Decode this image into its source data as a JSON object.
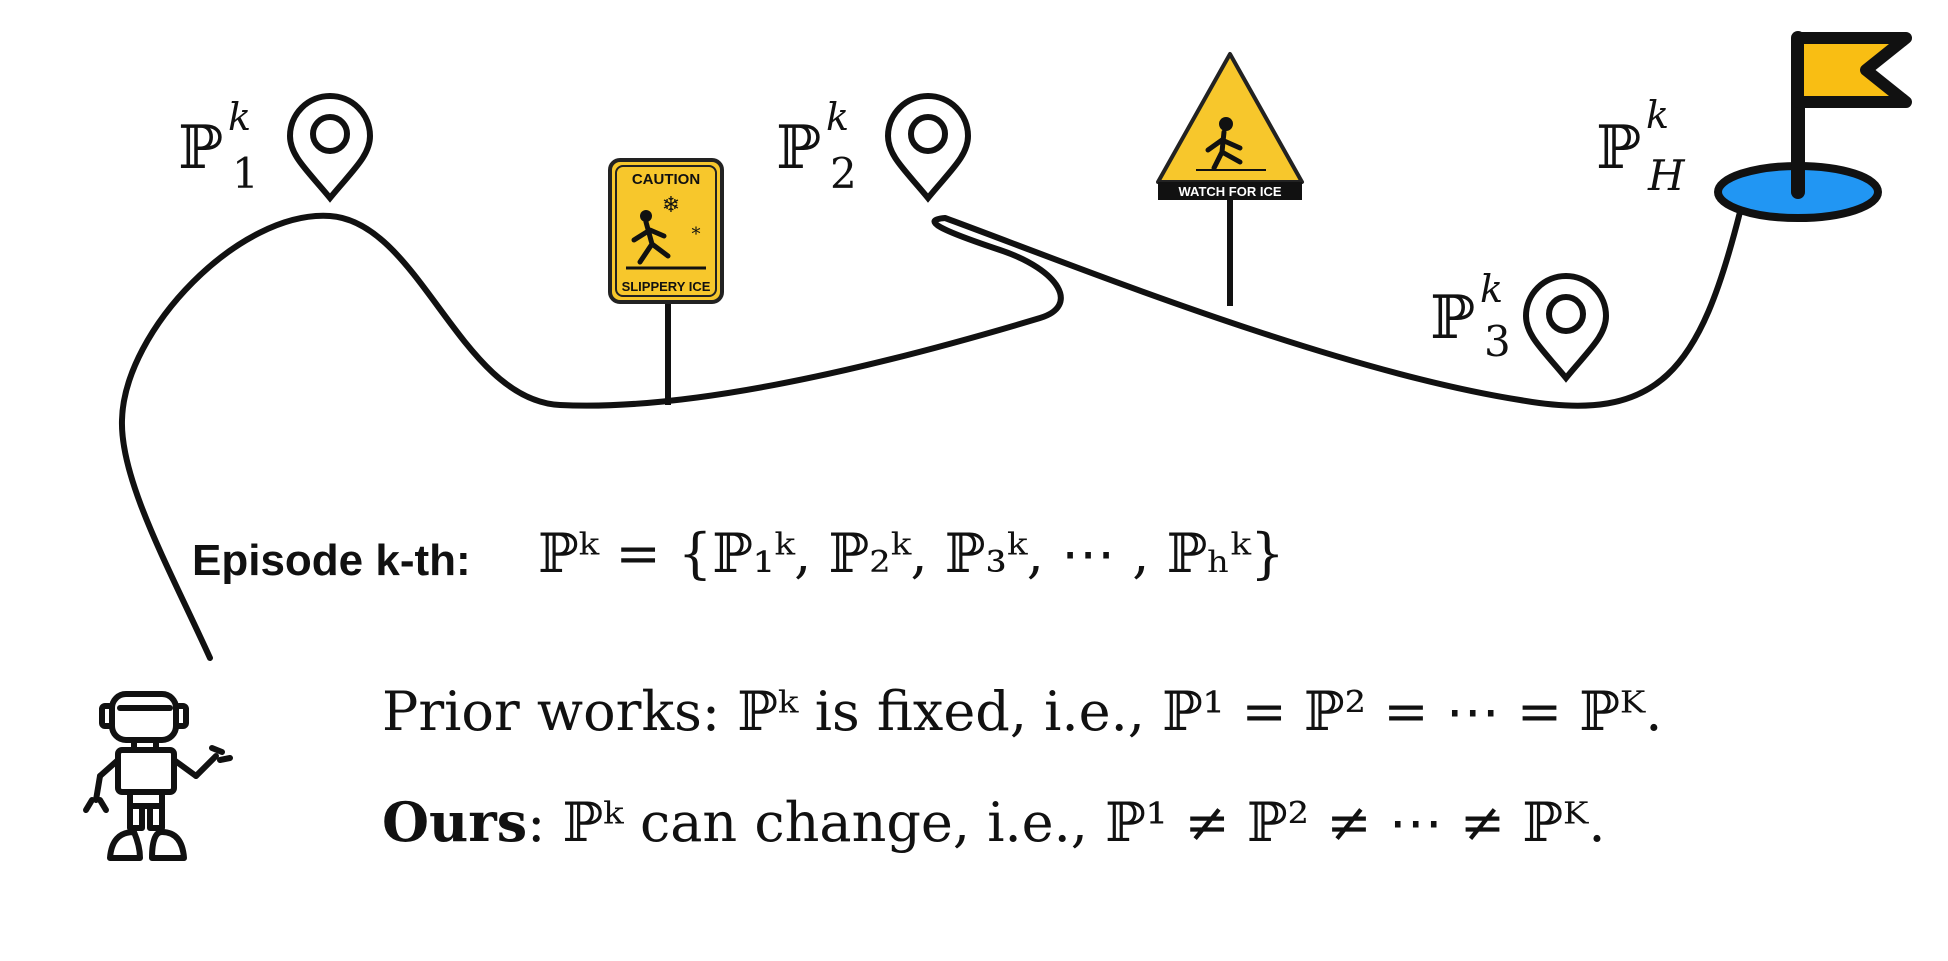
{
  "markers": {
    "p1": {
      "sym": "ℙ",
      "sup": "k",
      "sub": "1"
    },
    "p2": {
      "sym": "ℙ",
      "sup": "k",
      "sub": "2"
    },
    "p3": {
      "sym": "ℙ",
      "sup": "k",
      "sub": "3"
    },
    "ph": {
      "sym": "ℙ",
      "sup": "k",
      "sub": "H"
    }
  },
  "signs": {
    "caution": {
      "top": "CAUTION",
      "bottom": "SLIPPERY ICE"
    },
    "watch": {
      "bottom": "WATCH FOR ICE"
    }
  },
  "episode": {
    "label": "Episode k-th:",
    "formula": "ℙᵏ = {ℙ₁ᵏ, ℙ₂ᵏ, ℙ₃ᵏ, ⋯ , ℙₕᵏ}"
  },
  "prior": {
    "text": "Prior works: ℙᵏ is fixed, i.e., ℙ¹ = ℙ² = ⋯ = ℙᴷ."
  },
  "ours": {
    "bold": "Ours",
    "text": ": ℙᵏ can change, i.e., ℙ¹ ≠ ℙ² ≠ ⋯ ≠ ℙᴷ."
  },
  "colors": {
    "sign_yellow": "#F7C72C",
    "flag_yellow": "#F9BE13",
    "hole_blue": "#2196F3",
    "ink": "#111111"
  }
}
